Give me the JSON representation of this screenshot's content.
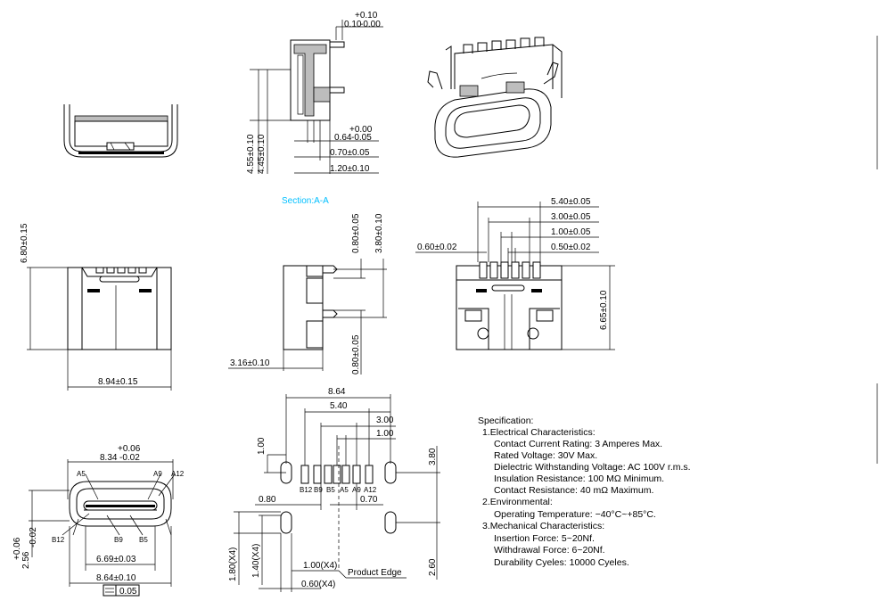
{
  "section_label": "Section:A-A",
  "dims": {
    "side_top_tol": "0.10",
    "side_top_plus": "+0.10",
    "side_top_minus": "-0.00",
    "side_064": "0.64",
    "side_064_plus": "+0.00",
    "side_064_minus": "-0.05",
    "side_070": "0.70±0.05",
    "side_120": "1.20±0.10",
    "side_455": "4.55±0.10",
    "side_445": "4.45±0.10",
    "front_680": "6.80±0.15",
    "front_894": "8.94±0.15",
    "sec_080_top": "0.80±0.05",
    "sec_380": "3.80±0.10",
    "sec_080_bot": "0.80±0.05",
    "sec_316": "3.16±0.10",
    "top_540": "5.40±0.05",
    "top_300": "3.00±0.05",
    "top_100": "1.00±0.05",
    "top_050": "0.50±0.02",
    "top_060": "0.60±0.02",
    "top_665": "6.65±0.10",
    "end_834": "8.34",
    "end_834_plus": "+0.06",
    "end_834_minus": "-0.02",
    "end_256": "2.56",
    "end_256_plus": "+0.06",
    "end_256_minus": "-0.02",
    "end_669": "6.69±0.03",
    "end_864": "8.64±0.10",
    "end_flat": "0.05",
    "fp_864": "8.64",
    "fp_540": "5.40",
    "fp_300": "3.00",
    "fp_100": "1.00",
    "fp_100v": "1.00",
    "fp_080": "0.80",
    "fp_070": "0.70",
    "fp_380": "3.80",
    "fp_180": "1.80(X4)",
    "fp_140": "1.40(X4)",
    "fp_100x4": "1.00(X4)",
    "fp_060x4": "0.60(X4)",
    "fp_260": "2.60",
    "fp_product_edge": "Product Edge"
  },
  "pins": {
    "a5": "A5",
    "a9": "A9",
    "a12": "A12",
    "b12": "B12",
    "b9": "B9",
    "b5": "B5",
    "fp_b12": "B12",
    "fp_b9": "B9",
    "fp_b5": "B5",
    "fp_a5": "A5",
    "fp_a9": "A9",
    "fp_a12": "A12"
  },
  "spec": {
    "title": "Specification:",
    "s1": "1.Electrical Characteristics:",
    "s1a": "Contact Current Rating: 3 Amperes Max.",
    "s1b": "Rated Voltage:  30V Max.",
    "s1c": "Dielectric Withstanding Voltage: AC 100V r.m.s.",
    "s1d": "Insulation Resistance: 100 MΩ Minimum.",
    "s1e": "Contact Resistance: 40 mΩ Maximum.",
    "s2": "2.Environmental:",
    "s2a": "Operating Temperature: −40°C~+85°C.",
    "s3": "3.Mechanical Characteristics:",
    "s3a": "Insertion Force: 5~20Nf.",
    "s3b": "Withdrawal Force: 6~20Nf.",
    "s3c": "Durability Cyeles: 10000 Cyeles."
  }
}
